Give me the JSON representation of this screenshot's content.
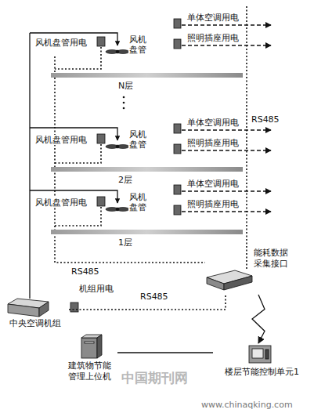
{
  "diagram": {
    "nodes": [
      {
        "text": [
          "中央空调机组"
        ]
      },
      {
        "text": [
          "能耗数据采集接口"
        ]
      },
      {
        "text": [
          "建筑物节能管理上位机"
        ]
      },
      {
        "text": [
          "楼层节能控制单元1"
        ]
      }
    ],
    "edges": [
      {
        "from": 0,
        "to": 1,
        "arrow": "none"
      },
      {
        "from": 1,
        "to": 3,
        "arrow": "to"
      },
      {
        "from": 3,
        "to": 2,
        "arrow": "none"
      }
    ],
    "labels": [
      "单体空调用电",
      "照明插座用电",
      "风机盘管用电",
      "风机盘管",
      "N层",
      "单体空调用电",
      "照明插座用电",
      "风机盘管用电",
      "风机盘管",
      "2层",
      "单体空调用电",
      "照明插座用电",
      "风机盘管用电",
      "风机盘管",
      "1层",
      "RS485",
      "RS485",
      "RS485",
      "机组用电",
      "中国期刊网",
      "www.chinaqking.com"
    ]
  }
}
